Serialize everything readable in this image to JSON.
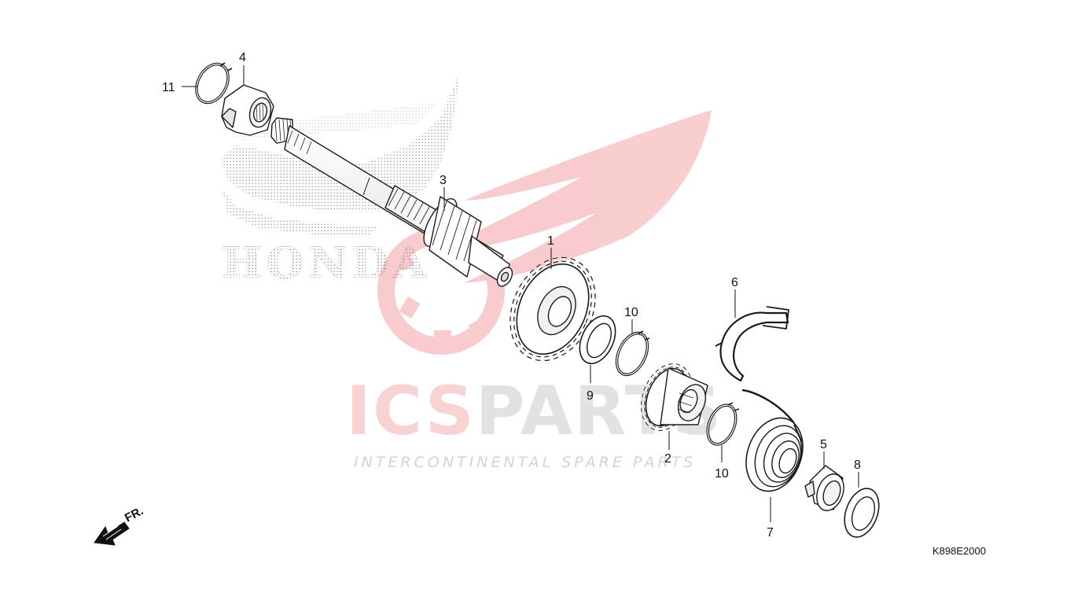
{
  "diagram": {
    "code": "K898E2000",
    "front_label": "FR.",
    "watermark": {
      "brand_word": "HONDA",
      "logo_ics": "ICS",
      "logo_parts": "PARTS",
      "tagline": "INTERCONTINENTAL SPARE PARTS",
      "accent_color": "#e31e24",
      "gray_color": "#6d6e70"
    },
    "callouts": [
      {
        "id": "c1",
        "label": "1",
        "part": "kick-starter-gear"
      },
      {
        "id": "c2",
        "label": "2",
        "part": "kick-starter-ratchet"
      },
      {
        "id": "c3",
        "label": "3",
        "part": "kick-starter-pinion"
      },
      {
        "id": "c4",
        "label": "4",
        "part": "kick-starter-guide"
      },
      {
        "id": "c5",
        "label": "5",
        "part": "spring-collar"
      },
      {
        "id": "c6",
        "label": "6",
        "part": "ratchet-spring-clip"
      },
      {
        "id": "c7",
        "label": "7",
        "part": "kick-starter-spring"
      },
      {
        "id": "c8",
        "label": "8",
        "part": "washer"
      },
      {
        "id": "c9",
        "label": "9",
        "part": "thrust-washer"
      },
      {
        "id": "c10a",
        "label": "10",
        "part": "circlip"
      },
      {
        "id": "c10b",
        "label": "10",
        "part": "circlip"
      },
      {
        "id": "c11",
        "label": "11",
        "part": "circlip"
      }
    ]
  }
}
